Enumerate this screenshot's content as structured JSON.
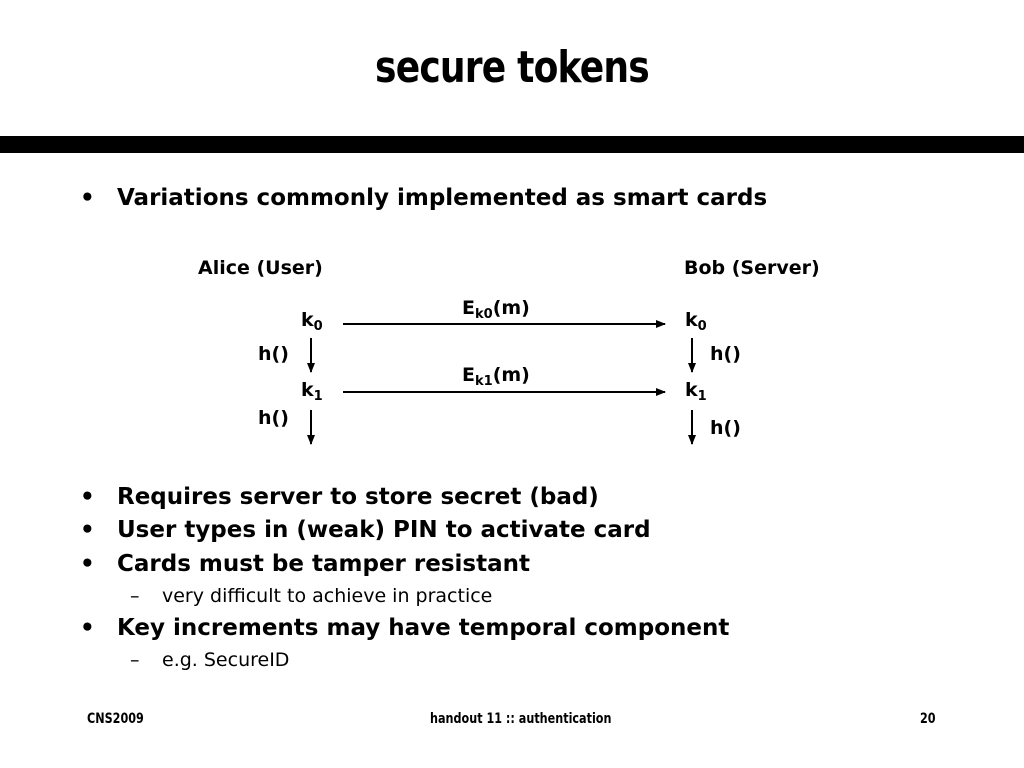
{
  "slide": {
    "title": "secure tokens",
    "bullets_top": [
      {
        "marker": "•",
        "text": "Variations commonly implemented as smart cards"
      }
    ],
    "bullets_bottom": [
      {
        "marker": "•",
        "text": "Requires server to store secret (bad)"
      },
      {
        "marker": "•",
        "text": "User types in (weak) PIN to activate card"
      },
      {
        "marker": "•",
        "text": "Cards must be tamper resistant"
      },
      {
        "marker": "–",
        "text": "very difficult to achieve in practice"
      },
      {
        "marker": "•",
        "text": "Key increments may have temporal component"
      },
      {
        "marker": "–",
        "text": "e.g. SecureID"
      }
    ]
  },
  "diagram": {
    "alice_label": "Alice (User)",
    "bob_label": "Bob (Server)",
    "key_letter": "k",
    "key_sub_0": "0",
    "key_sub_1": "1",
    "hash_label": "h()",
    "enc_letter": "E",
    "enc_sub_0": "k0",
    "enc_sub_1": "k1",
    "enc_arg": "(m)"
  },
  "footer": {
    "left": "CNS2009",
    "center": "handout 11 :: authentication",
    "right": "20"
  },
  "colors": {
    "text": "#000000",
    "background": "#ffffff",
    "bar": "#000000"
  }
}
